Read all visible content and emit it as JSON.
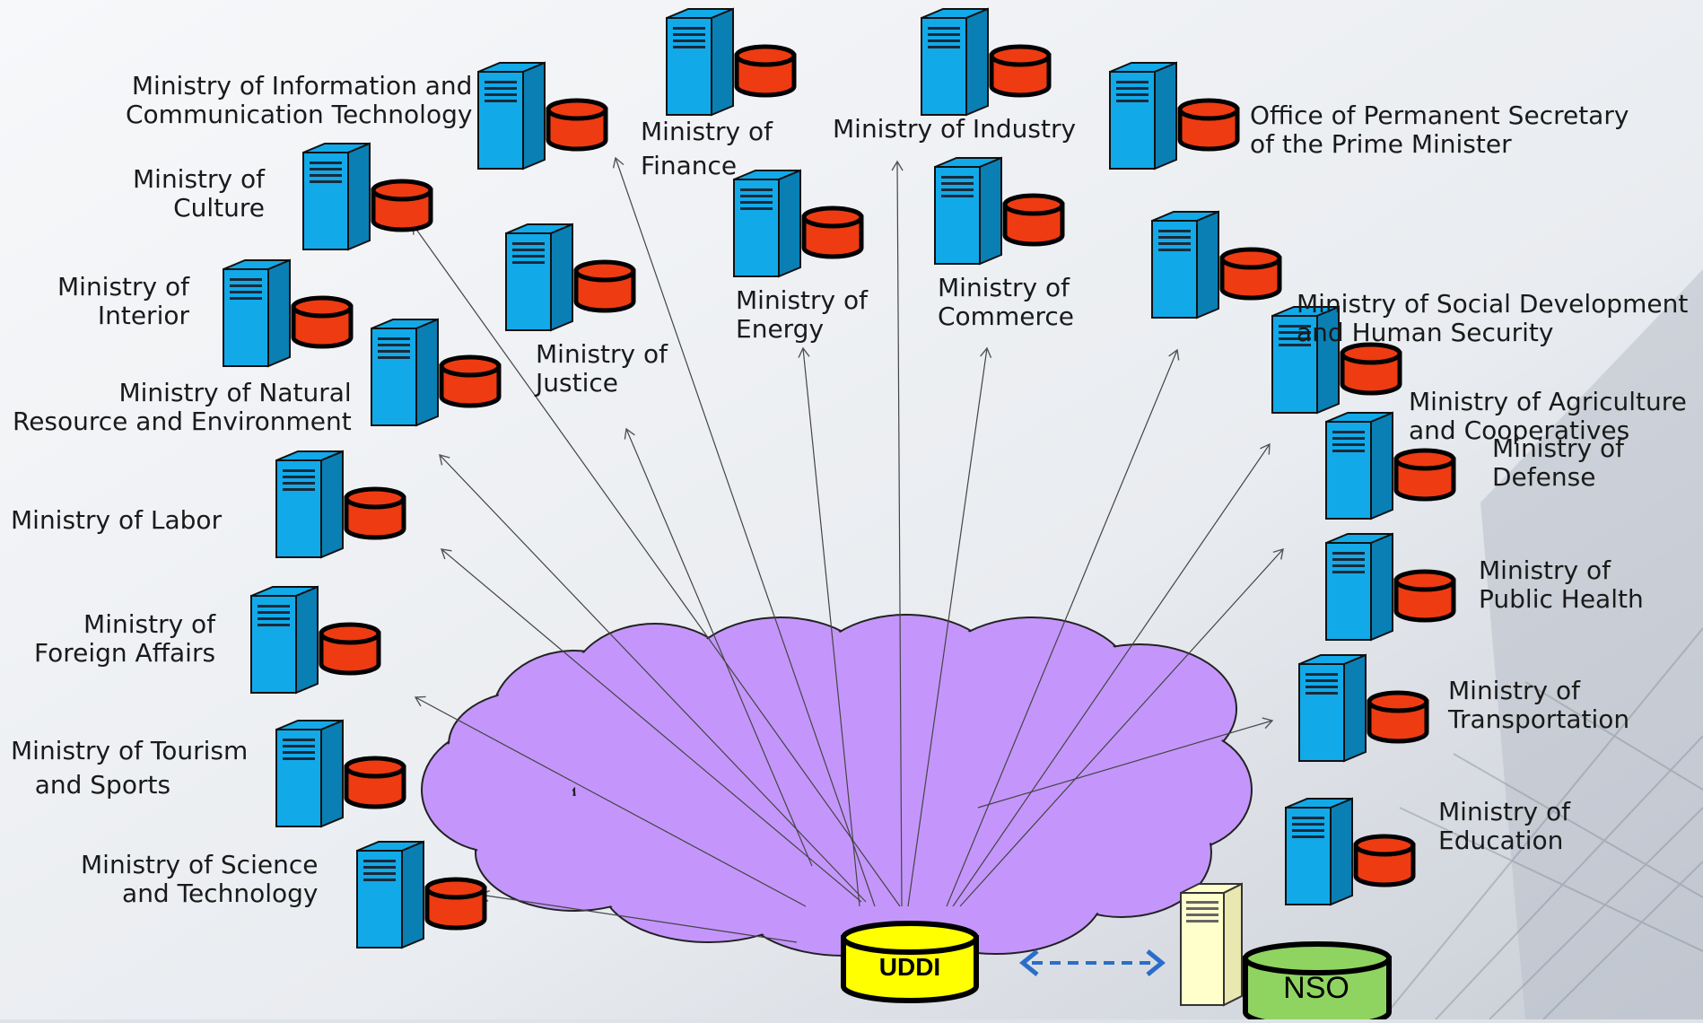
{
  "colors": {
    "server_front": "#12a9e8",
    "server_side": "#0a7fb4",
    "db_red": "#ee3b12",
    "cloud": "#c496fb",
    "uddi_yellow": "#ffff00",
    "nso_green": "#8fd460",
    "nso_server": "#ffffcc",
    "link_blue": "#2b6ec9"
  },
  "labels": {
    "ict": "Ministry of Information and\nCommunication Technology",
    "culture": "Ministry of\nCulture",
    "interior": "Ministry of\nInterior",
    "natural": "Ministry of Natural\nResource and Environment",
    "labor": "Ministry of Labor",
    "foreign": "Ministry of\nForeign Affairs",
    "tourism": "Ministry of Tourism\n   and Sports",
    "science": "Ministry of Science\nand Technology",
    "finance": "Ministry of\nFinance",
    "industry": "Ministry of Industry",
    "pm_office": "Office of Permanent Secretary\nof the Prime Minister",
    "justice": "Ministry of\nJustice",
    "energy": "Ministry of\nEnergy",
    "commerce": "Ministry of\nCommerce",
    "social": "Ministry of Social Development\nand Human Security",
    "agriculture": "Ministry of Agriculture\nand Cooperatives",
    "defense": "Ministry of\nDefense",
    "health": "Ministry of\nPublic Health",
    "transport": "Ministry of\nTransportation",
    "education": "Ministry of\nEducation"
  },
  "uddi": {
    "label": "UDDI"
  },
  "nso": {
    "label": "NSO"
  }
}
